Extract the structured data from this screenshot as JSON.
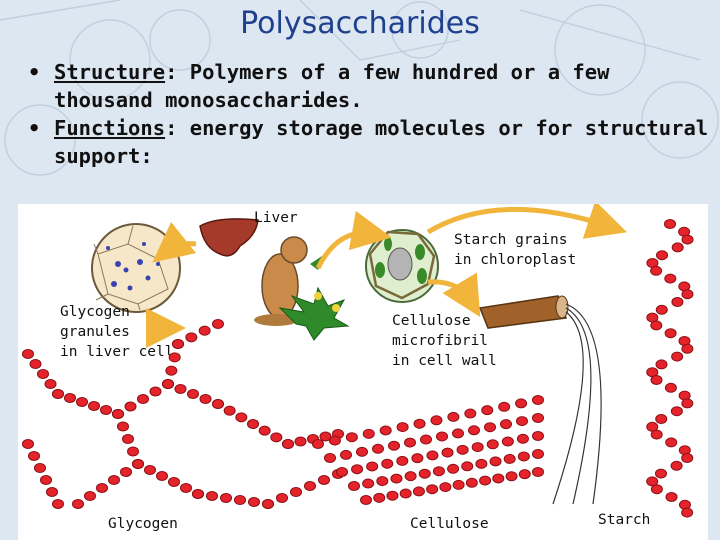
{
  "title": "Polysaccharides",
  "bullets": [
    {
      "term": "Structure",
      "text": ":  Polymers of a few hundred or a few thousand monosaccharides."
    },
    {
      "term": "Functions",
      "text": ": energy storage molecules or for structural support:"
    }
  ],
  "figure": {
    "labels": {
      "liver": "Liver",
      "starch_grains_1": "Starch grains",
      "starch_grains_2": "in chloroplast",
      "glycogen_granules_1": "Glycogen",
      "glycogen_granules_2": "granules",
      "glycogen_granules_3": "in liver cell",
      "cellulose_microfibril_1": "Cellulose",
      "cellulose_microfibril_2": "microfibril",
      "cellulose_microfibril_3": "in cell wall",
      "glycogen": "Glycogen",
      "cellulose": "Cellulose",
      "starch": "Starch"
    },
    "colors": {
      "bead": "#e5232b",
      "bead_dark": "#8a1016",
      "arrow": "#f2b53c",
      "liver": "#a63a2a",
      "plant": "#2f8a2a",
      "animal": "#c98a4a"
    }
  }
}
